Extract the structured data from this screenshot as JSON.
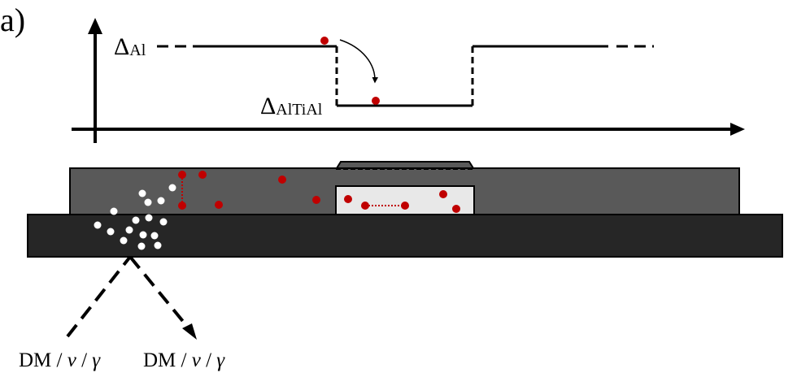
{
  "panel_label": "a)",
  "energy_levels": {
    "upper": {
      "symbol": "Δ",
      "subscript": "Al"
    },
    "lower": {
      "symbol": "Δ",
      "subscript": "AlTiAl"
    }
  },
  "labels": {
    "left_output": {
      "text": "DM / ",
      "nu": "ν",
      "sep": " / ",
      "gamma": "γ"
    },
    "right_output": {
      "text": "DM / ",
      "nu": "ν",
      "sep": " / ",
      "gamma": "γ"
    }
  },
  "colors": {
    "substrate": "#262626",
    "film": "#595959",
    "junction": "#e8e8e8",
    "quasiparticle": "#c00000",
    "phonon": "#ffffff",
    "line": "#000000"
  }
}
